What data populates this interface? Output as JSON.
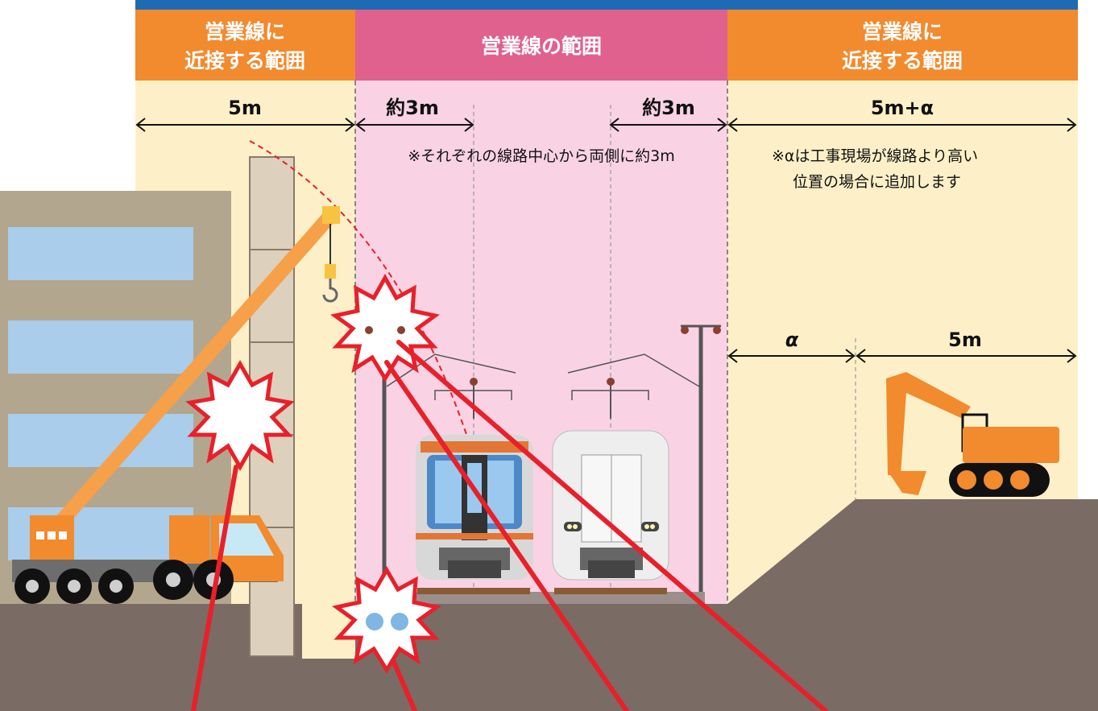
{
  "headers": {
    "left_line1": "営業線に",
    "left_line2": "近接する範囲",
    "center": "営業線の範囲",
    "right_line1": "営業線に",
    "right_line2": "近接する範囲"
  },
  "dimensions": {
    "left_width": "5m",
    "center_left": "約3m",
    "center_right": "約3m",
    "right_width": "5m+α",
    "alpha": "α",
    "right_bottom": "5m"
  },
  "notes": {
    "center_note": "※それぞれの線路中心から両側に約3m",
    "right_note_line1": "※αは工事現場が線路より高い",
    "right_note_line2": "位置の場合に追加します"
  },
  "colors": {
    "header_orange": "#f28a2e",
    "header_pink": "#e0608e",
    "zone_cream": "#fdf0c8",
    "zone_pink": "#f9d3e4",
    "ground": "#7a6b65",
    "top_bar": "#1d6bb5",
    "danger_red": "#e8202a"
  }
}
